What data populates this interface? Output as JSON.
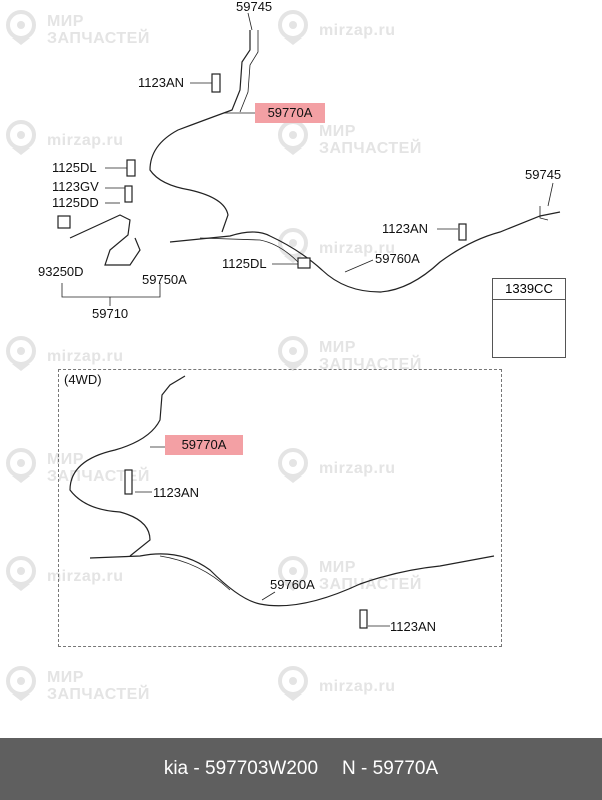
{
  "watermark": {
    "line1": "МИР",
    "line2": "ЗАПЧАСТЕЙ",
    "domain": "mirzap.ru",
    "color": "#e4e4e4"
  },
  "labels": {
    "p59745_top": "59745",
    "p1123AN_top": "1123AN",
    "p59770A_top": "59770A",
    "p1125DL_left": "1125DL",
    "p1123GV": "1123GV",
    "p1125DD": "1125DD",
    "p59745_right": "59745",
    "p1123AN_mid": "1123AN",
    "p93250D": "93250D",
    "p59750A": "59750A",
    "p1125DL_mid": "1125DL",
    "p59760A_top": "59760A",
    "p59710": "59710",
    "p1339CC": "1339CC",
    "inset_title": "(4WD)",
    "p59770A_inset": "59770A",
    "p1123AN_inset_top": "1123AN",
    "p59760A_inset": "59760A",
    "p1123AN_inset_bottom": "1123AN"
  },
  "highlight_color": "#f3a0a4",
  "footer": {
    "brand_part": "kia - 597703W200",
    "n_part": "N - 59770A",
    "background": "#5f5f5f"
  }
}
